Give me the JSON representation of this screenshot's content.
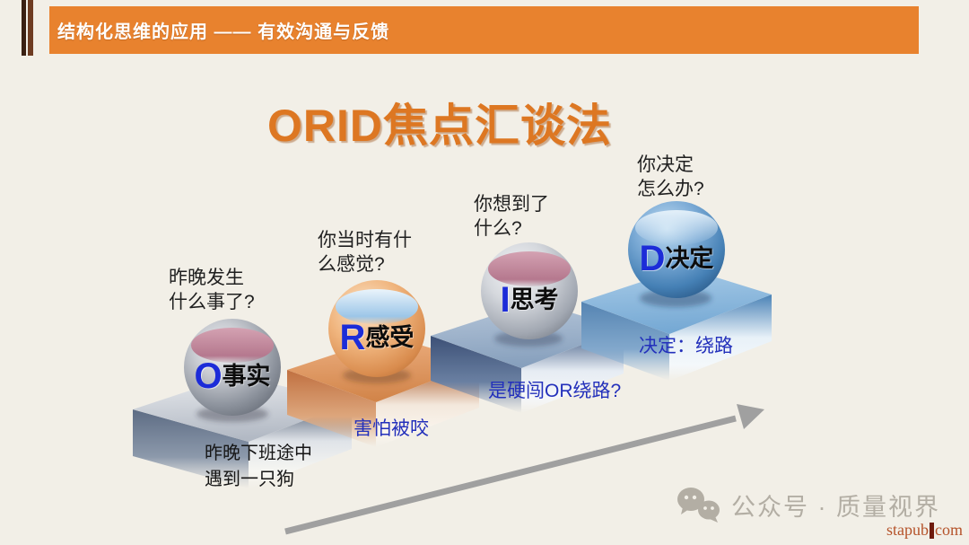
{
  "header": {
    "bar_text": "结构化思维的应用 ——  有效沟通与反馈"
  },
  "title": {
    "text": "ORID焦点汇谈法"
  },
  "steps": [
    {
      "letter": "O",
      "name": "事实",
      "question": [
        "昨晚发生",
        "什么事了?"
      ],
      "caption": [
        "昨晚下班途中",
        "遇到一只狗"
      ]
    },
    {
      "letter": "R",
      "name": "感受",
      "question": [
        "你当时有什",
        "么感觉?"
      ],
      "caption": [
        "害怕被咬"
      ]
    },
    {
      "letter": "I",
      "name": "思考",
      "question": [
        "你想到了",
        "什么?"
      ],
      "caption": [
        "是硬闯OR绕路?"
      ]
    },
    {
      "letter": "D",
      "name": "决定",
      "question": [
        "你决定",
        "怎么办?"
      ],
      "caption": [
        "决定：绕路"
      ]
    }
  ],
  "watermark": {
    "label": "公众号 · 质量视界",
    "icon": "wechat-icon"
  },
  "site": {
    "prefix": "stapub",
    "suffix": "com"
  },
  "colors": {
    "background": "#f2efe7",
    "header_bar": "#e8822e",
    "title_orange": "#dd7722",
    "letter_blue": "#1c2cd8",
    "caption_blue": "#2330bb",
    "step_silver": "#b9bfc9",
    "step_orange": "#d98c52",
    "step_steelblue": "#8fa6c0",
    "step_blue": "#7fb0d8",
    "arrow_gray": "#a0a0a0",
    "watermark_gray": "#b3aea4",
    "site_rust": "#b5532a"
  }
}
